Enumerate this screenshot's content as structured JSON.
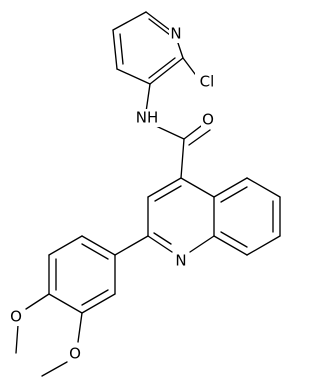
{
  "structure": {
    "atom_labels": {
      "pyridine_n": "N",
      "chlorine": "Cl",
      "amide_nh": "NH",
      "carbonyl_o": "O",
      "quinoline_n": "N",
      "methoxy_o_top": "O",
      "methoxy_o_bottom": "O"
    }
  }
}
